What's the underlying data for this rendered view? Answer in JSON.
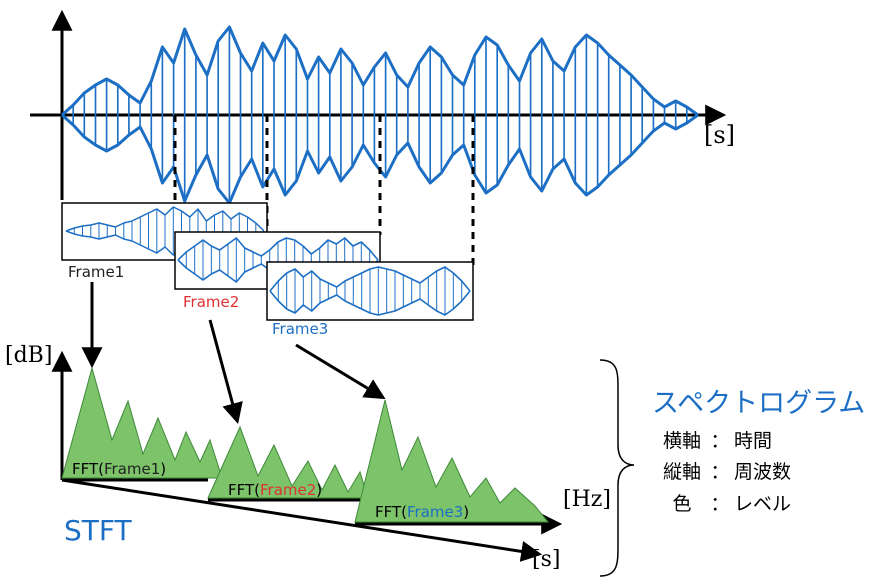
{
  "labels": {
    "time_unit": "[s]",
    "db_unit": "[dB]",
    "hz_unit": "[Hz]",
    "time_unit_bottom": "[s]",
    "stft": "STFT",
    "spectrogram_title": "スペクトログラム",
    "h_axis_row": {
      "name": "横軸",
      "sep": "：",
      "value": "時間"
    },
    "v_axis_row": {
      "name": "縦軸",
      "sep": "：",
      "value": "周波数"
    },
    "color_row": {
      "name": "色",
      "sep": "：",
      "value": "レベル"
    }
  },
  "frames": [
    {
      "label": "Frame1",
      "color": "#222222"
    },
    {
      "label": "Frame2",
      "color": "#e03131"
    },
    {
      "label": "Frame3",
      "color": "#1c6fc4"
    }
  ],
  "fft": [
    {
      "prefix": "FFT(",
      "frame": "Frame1",
      "suffix": ")",
      "frame_color": "#222222"
    },
    {
      "prefix": "FFT(",
      "frame": "Frame2",
      "suffix": ")",
      "frame_color": "#e03131"
    },
    {
      "prefix": "FFT(",
      "frame": "Frame3",
      "suffix": ")",
      "frame_color": "#1c6fc4"
    }
  ],
  "colors": {
    "wave": "#1c6fc4",
    "spectrum_fill": "#7cc36a",
    "spectrum_stroke": "#3f8a3a",
    "accent_blue": "#1c6fc4",
    "frame2_red": "#e03131"
  }
}
